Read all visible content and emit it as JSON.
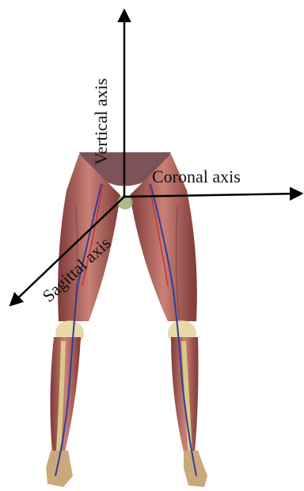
{
  "axes": {
    "vertical": {
      "label": "Vertical axis"
    },
    "coronal": {
      "label": "Coronal axis"
    },
    "sagittal": {
      "label": "Sagittal axis"
    }
  },
  "colors": {
    "muscle": "#a85a55",
    "muscle_dark": "#7e3a38",
    "muscle_light": "#c98076",
    "pelvis": "#6b3f45",
    "vein": "#2c3f9e",
    "artery": "#c7342f",
    "bone": "#d9c98a",
    "knee": "#e3d39a",
    "axis_line": "#000000"
  }
}
